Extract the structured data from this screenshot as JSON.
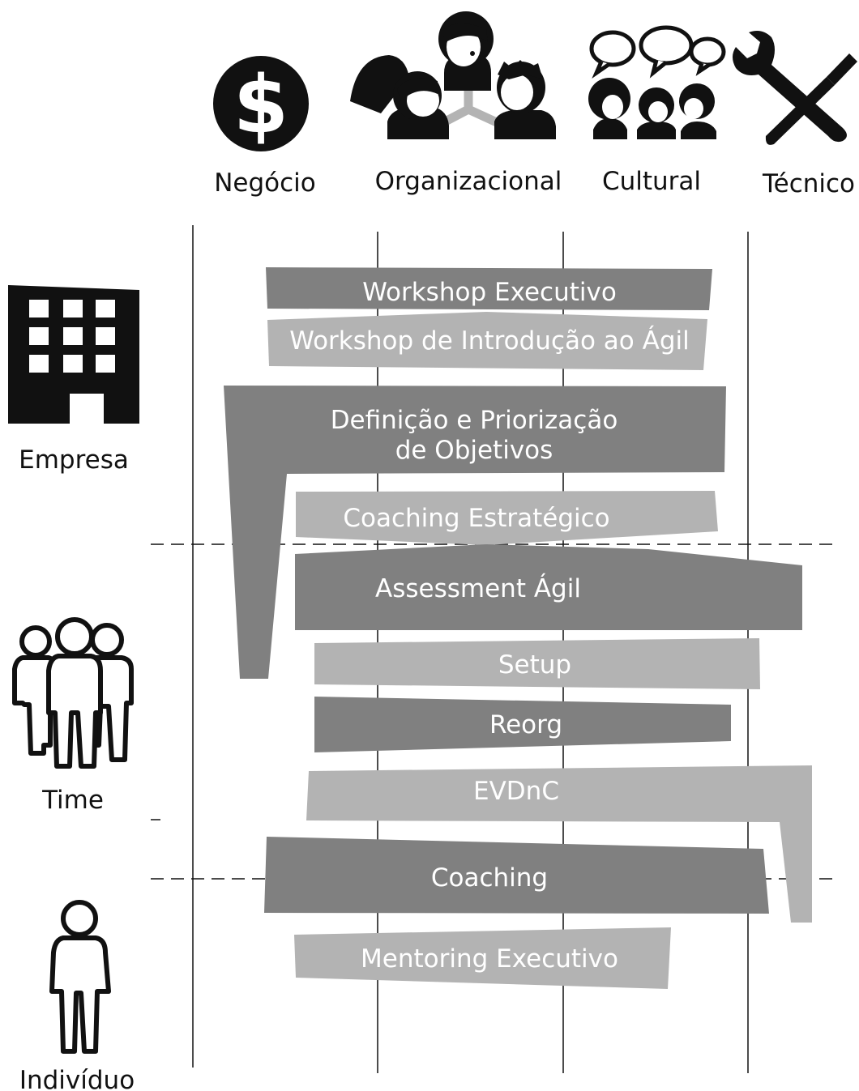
{
  "columns": [
    {
      "key": "negocio",
      "label": "Negócio",
      "icon": "dollar-icon"
    },
    {
      "key": "organizacional",
      "label": "Organizacional",
      "icon": "people-network-icon"
    },
    {
      "key": "cultural",
      "label": "Cultural",
      "icon": "speech-bubbles-icon"
    },
    {
      "key": "tecnico",
      "label": "Técnico",
      "icon": "wrench-screwdriver-icon"
    }
  ],
  "rows": [
    {
      "key": "empresa",
      "label": "Empresa",
      "icon": "building-icon"
    },
    {
      "key": "time",
      "label": "Time",
      "icon": "team-icon"
    },
    {
      "key": "individuo",
      "label": "Indivíduo",
      "icon": "person-icon"
    }
  ],
  "blocks": [
    {
      "key": "workshop-executivo",
      "lines": [
        "Workshop Executivo"
      ],
      "shade": "dark"
    },
    {
      "key": "workshop-introducao",
      "lines": [
        "Workshop de Introdução ao Ágil"
      ],
      "shade": "light"
    },
    {
      "key": "definicao-priorizacao",
      "lines": [
        "Definição e Priorização",
        "de Objetivos"
      ],
      "shade": "dark"
    },
    {
      "key": "coaching-estrategico",
      "lines": [
        "Coaching Estratégico"
      ],
      "shade": "light"
    },
    {
      "key": "assessment-agil",
      "lines": [
        "Assessment Ágil"
      ],
      "shade": "dark"
    },
    {
      "key": "setup",
      "lines": [
        "Setup"
      ],
      "shade": "light"
    },
    {
      "key": "reorg",
      "lines": [
        "Reorg"
      ],
      "shade": "dark"
    },
    {
      "key": "evdnc",
      "lines": [
        "EVDnC"
      ],
      "shade": "light"
    },
    {
      "key": "coaching",
      "lines": [
        "Coaching"
      ],
      "shade": "dark"
    },
    {
      "key": "mentoring-executivo",
      "lines": [
        "Mentoring Executivo"
      ],
      "shade": "light"
    }
  ],
  "colors": {
    "dark": "#808080",
    "light": "#b3b3b3",
    "ink": "#111111",
    "block_text": "#ffffff"
  }
}
